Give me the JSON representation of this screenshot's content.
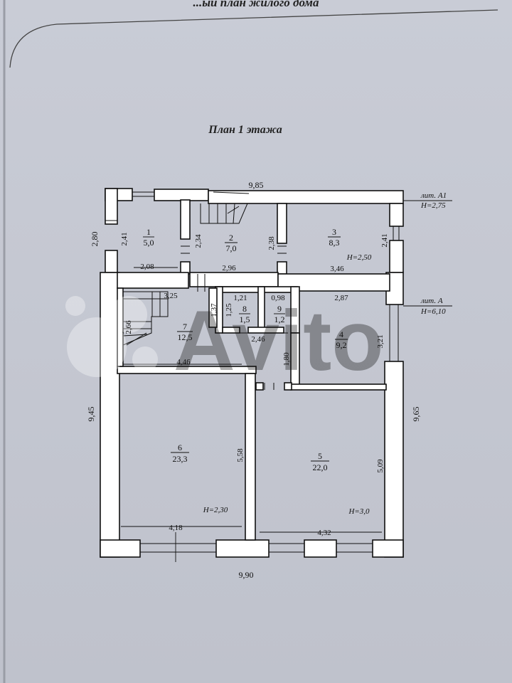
{
  "header": {
    "text": "...ый план жилого дома"
  },
  "plan_title": "План 1 этажа",
  "watermark": "Avito",
  "overall_dims": {
    "top": "9,85",
    "bottom": "9,90",
    "left": "9,45",
    "right": "9,65",
    "left_upper": "2,80"
  },
  "lit_labels": [
    {
      "lit": "лит. А1",
      "height": "Н=2,75"
    },
    {
      "lit": "лит. А",
      "height": "Н=6,10"
    }
  ],
  "rooms": [
    {
      "num": "1",
      "area": "5,0",
      "height": ""
    },
    {
      "num": "2",
      "area": "7,0",
      "height": ""
    },
    {
      "num": "3",
      "area": "8,3",
      "height": "Н=2,50"
    },
    {
      "num": "4",
      "area": "9,2",
      "height": ""
    },
    {
      "num": "5",
      "area": "22,0",
      "height": "Н=3,0"
    },
    {
      "num": "6",
      "area": "23,3",
      "height": "Н=2,30"
    },
    {
      "num": "7",
      "area": "12,5",
      "height": ""
    },
    {
      "num": "8",
      "area": "1,5",
      "height": ""
    },
    {
      "num": "9",
      "area": "1,2",
      "height": ""
    }
  ],
  "room_dims": {
    "r1_h": "2,41",
    "r1_w": "2,08",
    "r2_l": "2,34",
    "r2_r": "2,38",
    "r2_w": "2,96",
    "r3_h": "2,41",
    "r3_w": "3,46",
    "r7_w": "3,25",
    "r7_stair": "2,66",
    "r7_bottom": "4,46",
    "corr_h": "1,37",
    "corr_w": "2,46",
    "r8_w": "1,21",
    "r8_h": "1,25",
    "r9_w": "0,98",
    "r4_w": "2,87",
    "r4_h": "3,21",
    "hall_h": "1,80",
    "r6_h": "5,58",
    "r6_w": "4,18",
    "r5_h": "5,09",
    "r5_w": "4,32"
  }
}
